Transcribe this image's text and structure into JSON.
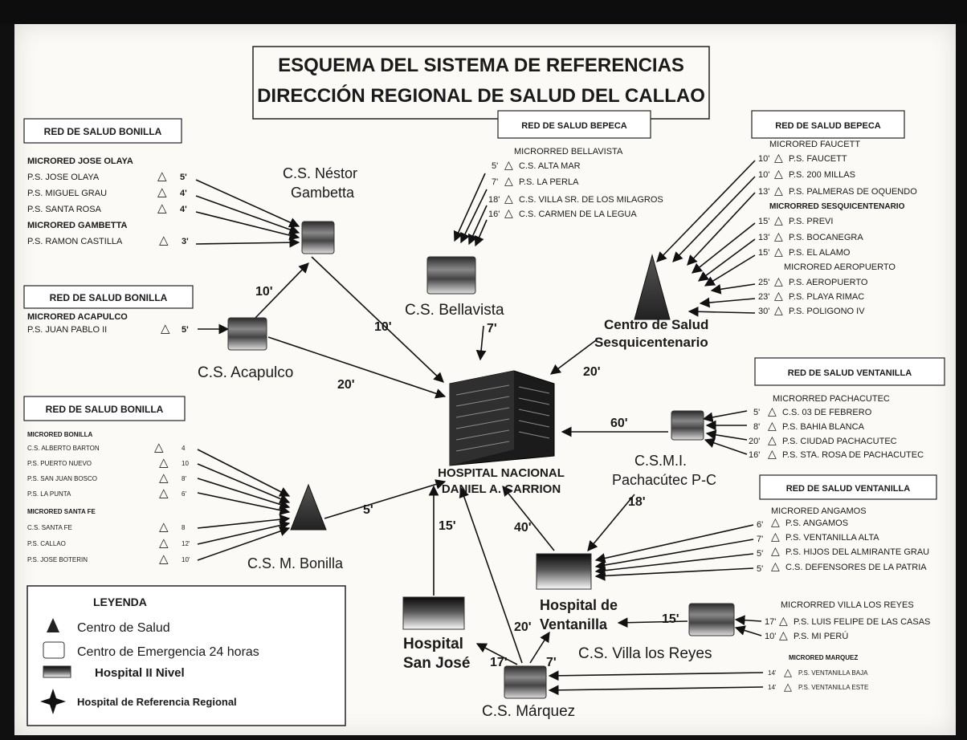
{
  "title": {
    "line1": "ESQUEMA DEL SISTEMA DE REFERENCIAS",
    "line2": "DIRECCIÓN REGIONAL DE SALUD DEL CALLAO"
  },
  "hospital": {
    "line1": "HOSPITAL NACIONAL",
    "line2": "DANIEL A. CARRION"
  },
  "facilities": {
    "gambetta": [
      "C.S. Néstor",
      "Gambetta"
    ],
    "acapulco": "C.S. Acapulco",
    "bellavista": "C.S. Bellavista",
    "sesqui": [
      "Centro de  Salud",
      "Sesquicentenario"
    ],
    "pachacutec": [
      "C.S.M.I.",
      "Pachacútec P-C"
    ],
    "bonilla": "C.S. M. Bonilla",
    "sanjose": [
      "Hospital",
      "San José"
    ],
    "ventanilla": [
      "Hospital de",
      "Ventanilla"
    ],
    "villareyes": "C.S. Villa los Reyes",
    "marquez": "C.S. Márquez"
  },
  "times": {
    "gambetta_hnd": "10'",
    "acapulco_gambetta": "10'",
    "acapulco_hnd": "20'",
    "bellavista_hnd": "7'",
    "sesqui_hnd": "20'",
    "pachacutec_hnd": "60'",
    "pachacutec_ventanilla": "18'",
    "bonilla_hnd": "5'",
    "sanjose_hnd": "15'",
    "ventanilla_hnd": "40'",
    "marquez_hnd": "20'",
    "villareyes_ventanilla": "15'",
    "marquez_sanjose": "17'",
    "marquez_ventanilla": "7'"
  },
  "groups": {
    "bonilla1": {
      "header": "RED DE SALUD BONILLA",
      "items": [
        {
          "t": "MICRORED JOSE OLAYA",
          "sub": true
        },
        {
          "t": "P.S. JOSE OLAYA",
          "m": "5'"
        },
        {
          "t": "P.S. MIGUEL GRAU",
          "m": "4'"
        },
        {
          "t": "P.S. SANTA ROSA",
          "m": "4'"
        },
        {
          "t": "MICRORED GAMBETTA",
          "sub": true
        },
        {
          "t": "P.S. RAMON CASTILLA",
          "m": "3'"
        }
      ]
    },
    "bonilla2": {
      "header": "RED DE SALUD BONILLA",
      "items": [
        {
          "t": "MICRORED ACAPULCO",
          "sub": true
        },
        {
          "t": "P.S. JUAN PABLO II",
          "m": "5'"
        }
      ]
    },
    "bonilla3": {
      "header": "RED DE SALUD BONILLA",
      "items": [
        {
          "t": "MICRORED   BONILLA",
          "sub": true
        },
        {
          "t": "C.S. ALBERTO BARTON",
          "m": "4"
        },
        {
          "t": "P.S. PUERTO NUEVO",
          "m": "10"
        },
        {
          "t": "P.S. SAN JUAN BOSCO",
          "m": "8'"
        },
        {
          "t": "P.S. LA PUNTA",
          "m": "6'"
        },
        {
          "t": "MICRORED   SANTA FE",
          "sub": true
        },
        {
          "t": "C.S. SANTA FE",
          "m": "8"
        },
        {
          "t": "P.S. CALLAO",
          "m": "12'"
        },
        {
          "t": "P.S. JOSE BOTERIN",
          "m": "10'"
        }
      ]
    },
    "bepeca1": {
      "header": "RED DE SALUD BEPECA",
      "items": [
        {
          "t": "MICRORRED BELLAVISTA",
          "sub": true
        },
        {
          "t": "C.S. ALTA MAR",
          "m": "5'"
        },
        {
          "t": "P.S. LA PERLA",
          "m": "7'"
        },
        {
          "t": "C.S. VILLA SR. DE LOS MILAGROS",
          "m": "18'"
        },
        {
          "t": "C.S. CARMEN DE LA LEGUA",
          "m": "16'"
        }
      ]
    },
    "bepeca2": {
      "header": "RED DE SALUD BEPECA",
      "items": [
        {
          "t": "MICRORED FAUCETT",
          "sub": true
        },
        {
          "t": "P.S. FAUCETT",
          "m": "10'"
        },
        {
          "t": "P.S. 200 MILLAS",
          "m": "10'"
        },
        {
          "t": "P.S. PALMERAS DE OQUENDO",
          "m": "13'"
        },
        {
          "t": "MICRORRED SESQUICENTENARIO",
          "sub": true
        },
        {
          "t": "P.S. PREVI",
          "m": "15'"
        },
        {
          "t": "P.S. BOCANEGRA",
          "m": "13'"
        },
        {
          "t": "P.S. EL ALAMO",
          "m": "15'"
        },
        {
          "t": "MICRORED AEROPUERTO",
          "sub": true
        },
        {
          "t": "P.S. AEROPUERTO",
          "m": "25'"
        },
        {
          "t": "P.S. PLAYA RIMAC",
          "m": "23'"
        },
        {
          "t": "P.S. POLIGONO IV",
          "m": "30'"
        }
      ]
    },
    "ventanilla1": {
      "header": "RED DE SALUD VENTANILLA",
      "items": [
        {
          "t": "MICRORRED PACHACUTEC",
          "sub": true
        },
        {
          "t": "C.S. 03 DE FEBRERO",
          "m": "5'"
        },
        {
          "t": "P.S. BAHIA BLANCA",
          "m": "8'"
        },
        {
          "t": "P.S. CIUDAD PACHACUTEC",
          "m": "20'"
        },
        {
          "t": "P.S. STA. ROSA DE PACHACUTEC",
          "m": "16'"
        }
      ]
    },
    "ventanilla2": {
      "header": "RED DE SALUD VENTANILLA",
      "items": [
        {
          "t": "MICRORED ANGAMOS",
          "sub": true
        },
        {
          "t": "P.S. ANGAMOS",
          "m": "6'"
        },
        {
          "t": "P.S. VENTANILLA ALTA",
          "m": "7'"
        },
        {
          "t": "P.S. HIJOS DEL ALMIRANTE GRAU",
          "m": "5'"
        },
        {
          "t": "C.S. DEFENSORES DE LA PATRIA",
          "m": "5'"
        }
      ]
    },
    "villareyes": {
      "items": [
        {
          "t": "MICRORRED VILLA LOS REYES",
          "sub": true
        },
        {
          "t": "P.S. LUIS FELIPE DE LAS CASAS",
          "m": "17'"
        },
        {
          "t": "P.S. MI PERÚ",
          "m": "10'"
        }
      ]
    },
    "marquez": {
      "items": [
        {
          "t": "MICRORED   MARQUEZ",
          "sub": true
        },
        {
          "t": "P.S. VENTANILLA BAJA",
          "m": "14'"
        },
        {
          "t": "P.S. VENTANILLA ESTE",
          "m": "14'"
        }
      ]
    }
  },
  "legend": {
    "title": "LEYENDA",
    "items": [
      {
        "label": "Centro de Salud",
        "icon": "triangle"
      },
      {
        "label": "Centro de Emergencia 24 horas",
        "icon": "square"
      },
      {
        "label": "Hospital  II Nivel",
        "icon": "gradient-rect"
      },
      {
        "label": "Hospital de Referencia Regional",
        "icon": "four-point-star"
      }
    ]
  }
}
